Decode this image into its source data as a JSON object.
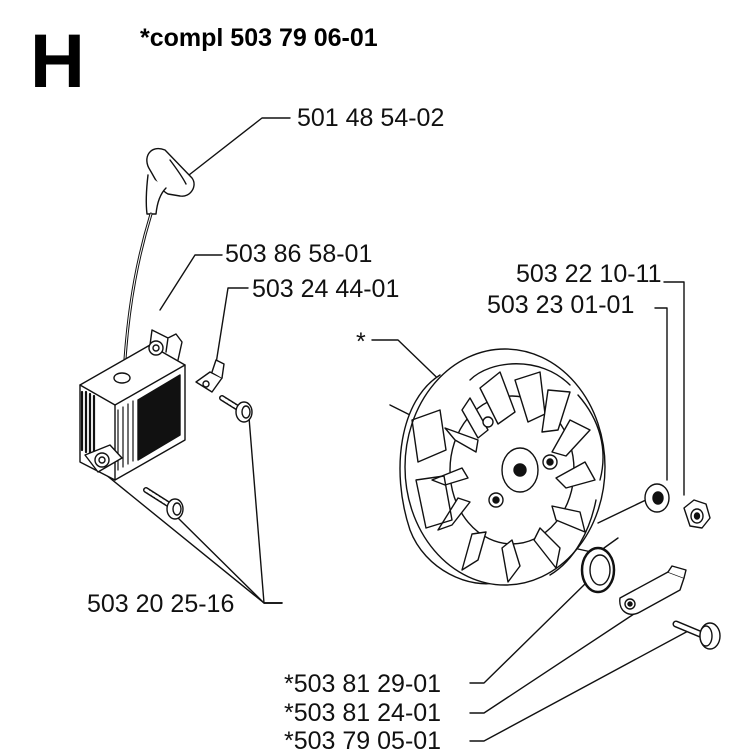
{
  "section_letter": "H",
  "assembly_label": "*compl 503 79 06-01",
  "callouts": {
    "spark_plug_cap": "501 48 54-02",
    "ignition_module": "503 86 58-01",
    "cable_clamp": "503 24 44-01",
    "module_screws": "503 20 25-16",
    "nut": "503 22 10-11",
    "washer": "503 23 01-01",
    "flywheel": "*",
    "spring": "*503 81 29-01",
    "pawl": "*503 81 24-01",
    "pawl_bolt": "*503 79 05-01"
  }
}
